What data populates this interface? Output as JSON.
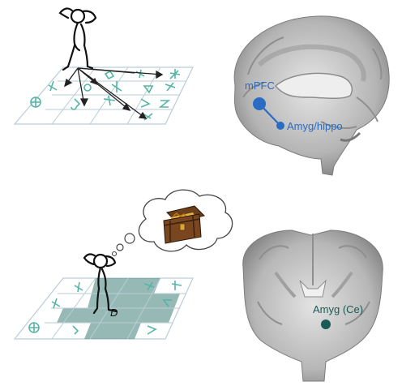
{
  "labels": {
    "mpfc": "mPFC",
    "amyg_hippo": "Amyg/hippo",
    "amyg_ce": "Amyg (Ce)",
    "grid_letter": "D"
  },
  "colors": {
    "blue_node": "#2a6cc4",
    "teal_node": "#1c5a56",
    "grid_line": "#b9cdd6",
    "grid_glyph": "#56b4a6",
    "highlight": "#3f7f7a",
    "brain_light": "#d8d8d8",
    "brain_dark": "#8a8a8a"
  },
  "icons": {
    "top_figure": "stick-figure-icon",
    "bottom_figure": "stick-figure-icon",
    "thought": "thought-bubble-icon",
    "treasure": "treasure-chest-icon",
    "sagittal_brain": "brain-sagittal-icon",
    "coronal_brain": "brain-coronal-icon"
  }
}
